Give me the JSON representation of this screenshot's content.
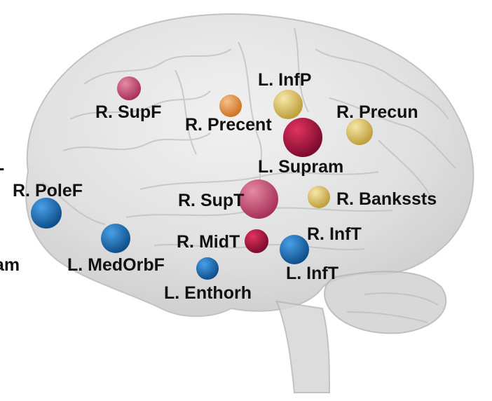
{
  "regions": [
    {
      "id": "r-supf",
      "label": "R. SupF",
      "group": "pink"
    },
    {
      "id": "l-infp",
      "label": "L. InfP",
      "group": "yellow"
    },
    {
      "id": "r-precent",
      "label": "R. Precent",
      "group": "orange"
    },
    {
      "id": "r-precun",
      "label": "R. Precun",
      "group": "yellow"
    },
    {
      "id": "l-supram",
      "label": "L. Supram",
      "group": "crimson"
    },
    {
      "id": "r-polef",
      "label": "R. PoleF",
      "group": "blue"
    },
    {
      "id": "r-supt",
      "label": "R. SupT",
      "group": "pink"
    },
    {
      "id": "r-banksst",
      "label": "R. Bankssts",
      "group": "yellow"
    },
    {
      "id": "r-midt",
      "label": "R. MidT",
      "group": "crimson"
    },
    {
      "id": "r-inft",
      "label": "R. InfT",
      "group": "blue"
    },
    {
      "id": "l-medorbf",
      "label": "L. MedOrbF",
      "group": "blue"
    },
    {
      "id": "l-inft",
      "label": "L. InfT",
      "group": "blue"
    },
    {
      "id": "l-enthorh",
      "label": "L. Enthorh",
      "group": "blue"
    }
  ],
  "partial_labels": [
    {
      "id": "edge-dash",
      "text": "-"
    },
    {
      "id": "edge-am",
      "text": "am"
    }
  ],
  "colors": {
    "pink": "#c2506e",
    "crimson": "#b0123f",
    "orange": "#e58f3a",
    "yellow": "#dcc46a",
    "blue": "#1f6fb4",
    "brain": "#d4d4d4"
  }
}
